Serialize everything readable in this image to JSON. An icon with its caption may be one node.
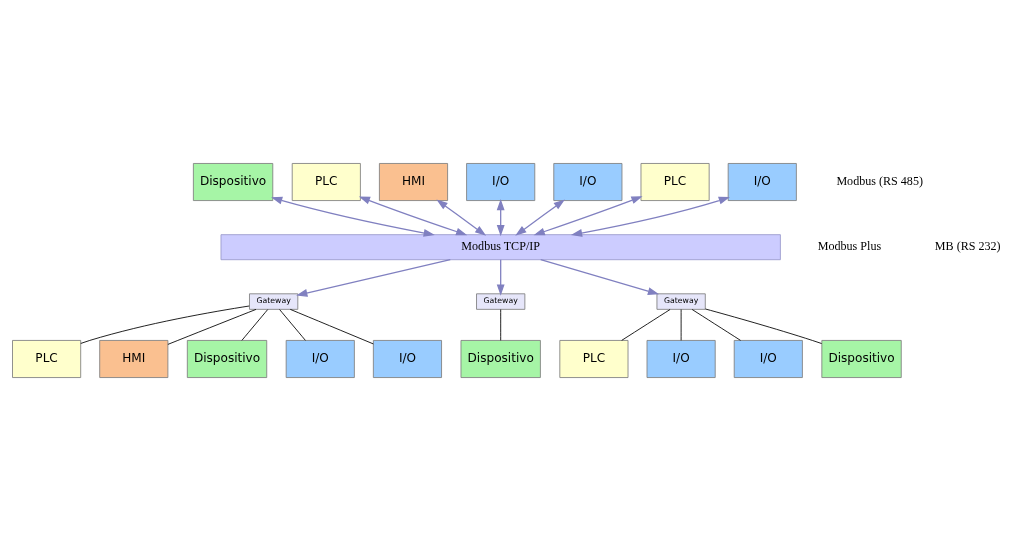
{
  "diagram": {
    "nodes": [
      {
        "text": [
          "Dispositivo"
        ]
      },
      {
        "text": [
          "PLC"
        ]
      },
      {
        "text": [
          "HMI"
        ]
      },
      {
        "text": [
          "I/O"
        ]
      },
      {
        "text": [
          "I/O"
        ]
      },
      {
        "text": [
          "PLC"
        ]
      },
      {
        "text": [
          "I/O"
        ]
      },
      {
        "text": [
          "Modbus TCP/IP"
        ]
      },
      {
        "text": [
          "Gateway"
        ]
      },
      {
        "text": [
          "Gateway"
        ]
      },
      {
        "text": [
          "Gateway"
        ]
      },
      {
        "text": [
          "PLC"
        ]
      },
      {
        "text": [
          "Dispositivo"
        ]
      },
      {
        "text": [
          "PLC"
        ]
      },
      {
        "text": [
          "HMI"
        ]
      },
      {
        "text": [
          "I/O"
        ]
      },
      {
        "text": [
          "Dispositivo"
        ]
      },
      {
        "text": [
          "I/O"
        ]
      },
      {
        "text": [
          "I/O"
        ]
      },
      {
        "text": [
          "I/O"
        ]
      },
      {
        "text": [
          "Dispositivo"
        ]
      }
    ],
    "edges": [
      {
        "from": 7,
        "to": 0,
        "arrow": "both"
      },
      {
        "from": 7,
        "to": 1,
        "arrow": "both"
      },
      {
        "from": 7,
        "to": 2,
        "arrow": "both"
      },
      {
        "from": 7,
        "to": 3,
        "arrow": "both"
      },
      {
        "from": 7,
        "to": 4,
        "arrow": "both"
      },
      {
        "from": 7,
        "to": 5,
        "arrow": "both"
      },
      {
        "from": 7,
        "to": 6,
        "arrow": "both"
      },
      {
        "from": 7,
        "to": 8,
        "arrow": "to"
      },
      {
        "from": 7,
        "to": 9,
        "arrow": "to"
      },
      {
        "from": 7,
        "to": 10,
        "arrow": "to"
      },
      {
        "from": 8,
        "to": 11,
        "arrow": "none",
        "color": "#000000"
      },
      {
        "from": 8,
        "to": 14,
        "arrow": "none",
        "color": "#000000"
      },
      {
        "from": 8,
        "to": 16,
        "arrow": "none",
        "color": "#000000"
      },
      {
        "from": 8,
        "to": 18,
        "arrow": "none",
        "color": "#000000"
      },
      {
        "from": 8,
        "to": 19,
        "arrow": "none",
        "color": "#000000"
      },
      {
        "from": 9,
        "to": 12,
        "arrow": "none",
        "color": "#000000"
      },
      {
        "from": 10,
        "to": 13,
        "arrow": "none",
        "color": "#000000"
      },
      {
        "from": 10,
        "to": 15,
        "arrow": "none",
        "color": "#000000"
      },
      {
        "from": 10,
        "to": 17,
        "arrow": "none",
        "color": "#000000"
      },
      {
        "from": 10,
        "to": 20,
        "arrow": "none",
        "color": "#000000"
      }
    ],
    "labels": [
      "Modbus Plus",
      "MB (RS 232)",
      "Modbus (RS 485)"
    ]
  }
}
